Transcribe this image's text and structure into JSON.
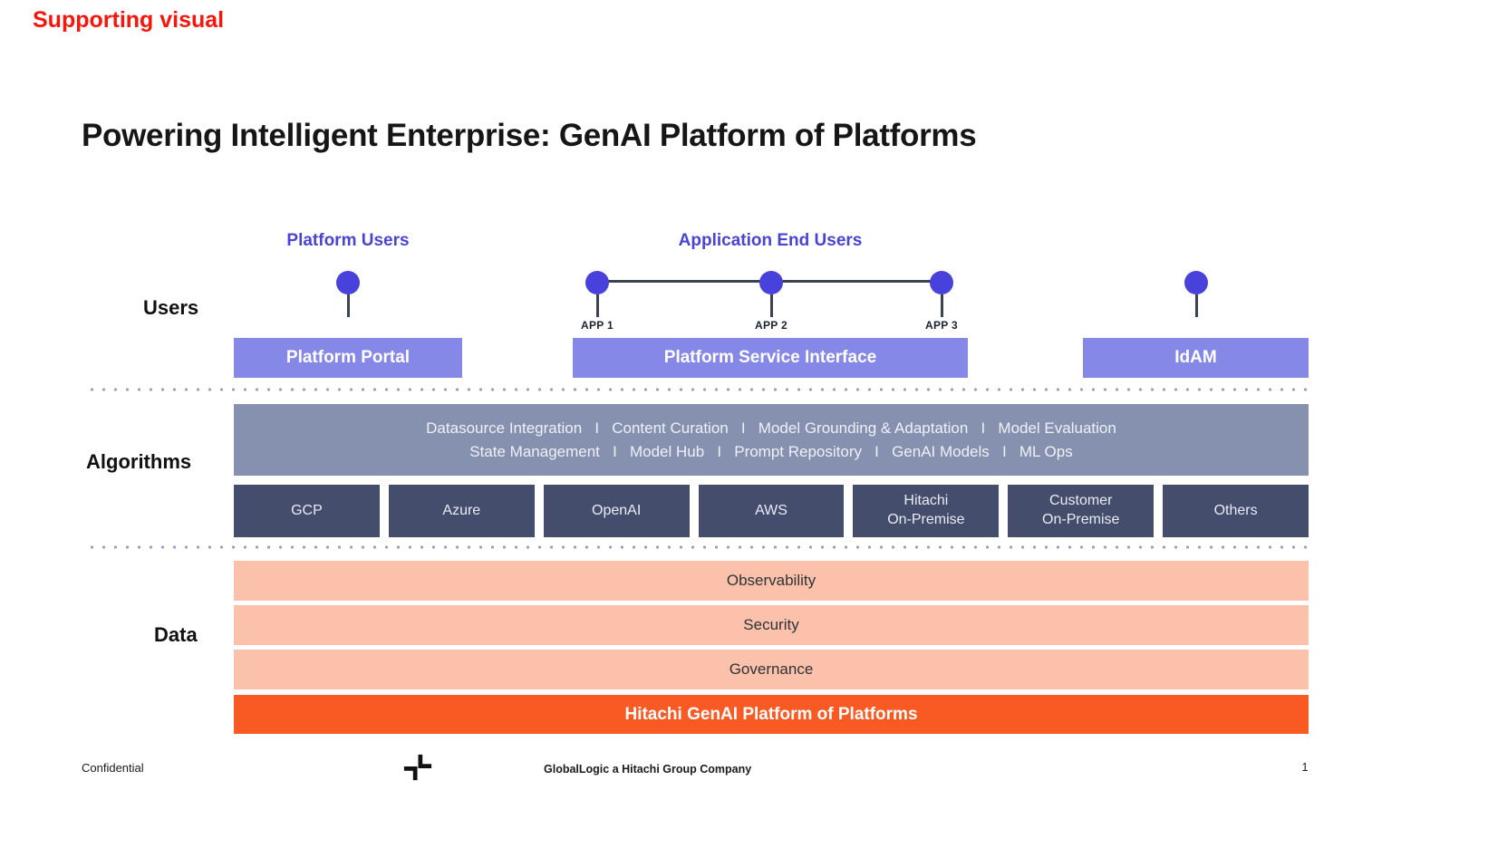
{
  "annotation": "Supporting visual",
  "slide": {
    "title": "Powering Intelligent Enterprise: GenAI Platform of Platforms"
  },
  "users_layer": {
    "label": "Users",
    "platform_group": {
      "heading": "Platform Users",
      "bar_label": "Platform Portal"
    },
    "app_group": {
      "heading": "Application End Users",
      "bar_label": "Platform Service Interface",
      "apps": [
        "APP 1",
        "APP 2",
        "APP 3"
      ]
    },
    "idam_group": {
      "bar_label": "IdAM"
    }
  },
  "algorithms_layer": {
    "label": "Algorithms",
    "services_line1": [
      "Datasource Integration",
      "Content Curation",
      "Model Grounding & Adaptation",
      "Model Evaluation"
    ],
    "services_line2": [
      "State Management",
      "Model Hub",
      "Prompt Repository",
      "GenAI Models",
      "ML Ops"
    ],
    "providers": [
      "GCP",
      "Azure",
      "OpenAI",
      "AWS",
      "Hitachi\nOn-Premise",
      "Customer\nOn-Premise",
      "Others"
    ]
  },
  "data_layer": {
    "label": "Data",
    "bands": [
      "Observability",
      "Security",
      "Governance"
    ],
    "platform_bar": "Hitachi GenAI Platform of Platforms"
  },
  "footer": {
    "confidential": "Confidential",
    "logo_icon": "globallogic-plus-logo",
    "company": "GlobalLogic a Hitachi Group Company",
    "page_number": "1"
  },
  "colors": {
    "annotation_red": "#f8150c",
    "accent_indigo": "#4a44d6",
    "pin_blue": "#4841db",
    "bar_purple": "#8688e8",
    "services_slate": "#8691b0",
    "provider_navy": "#454d6c",
    "band_salmon": "#fbc1ab",
    "platform_orange": "#f95a24"
  }
}
